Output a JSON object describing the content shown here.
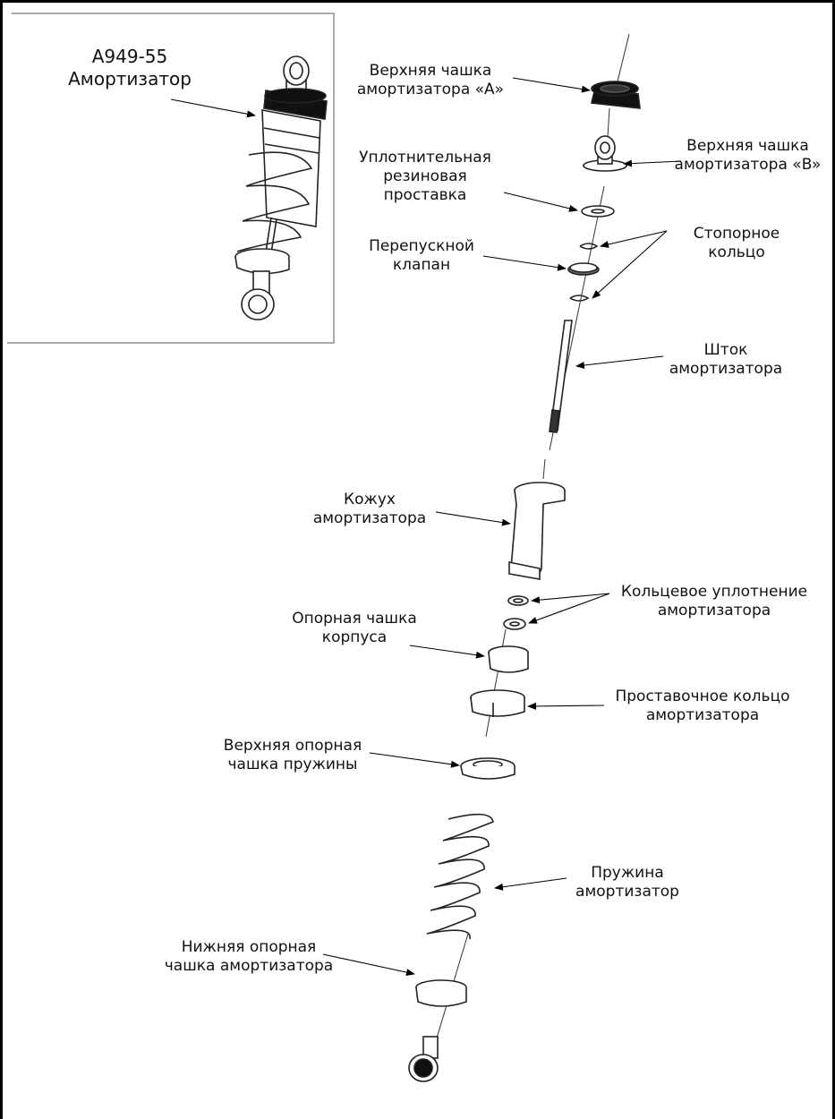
{
  "inset": {
    "part_number": "A949-55",
    "name": "Амортизатор"
  },
  "labels": {
    "top_cup_a": [
      "Верхняя чашка",
      "амортизатора «A»"
    ],
    "top_cup_b": [
      "Верхняя чашка",
      "амортизатора «B»"
    ],
    "rubber_spacer": [
      "Уплотнительная",
      "резиновая",
      "проставка"
    ],
    "bypass_valve": [
      "Перепускной",
      "клапан"
    ],
    "circlip": [
      "Стопорное",
      "кольцо"
    ],
    "shock_rod": [
      "Шток",
      "амортизатора"
    ],
    "shock_body": [
      "Кожух",
      "амортизатора"
    ],
    "o_ring": [
      "Кольцевое уплотнение",
      "амортизатора"
    ],
    "body_cup": [
      "Опорная чашка",
      "корпуса"
    ],
    "spacer_ring": [
      "Проставочное кольцо",
      "амортизатора"
    ],
    "upper_spring_cup": [
      "Верхняя опорная",
      "чашка пружины"
    ],
    "spring": [
      "Пружина",
      "амортизатор"
    ],
    "lower_spring_cup": [
      "Нижняя опорная",
      "чашка амортизатора"
    ]
  }
}
